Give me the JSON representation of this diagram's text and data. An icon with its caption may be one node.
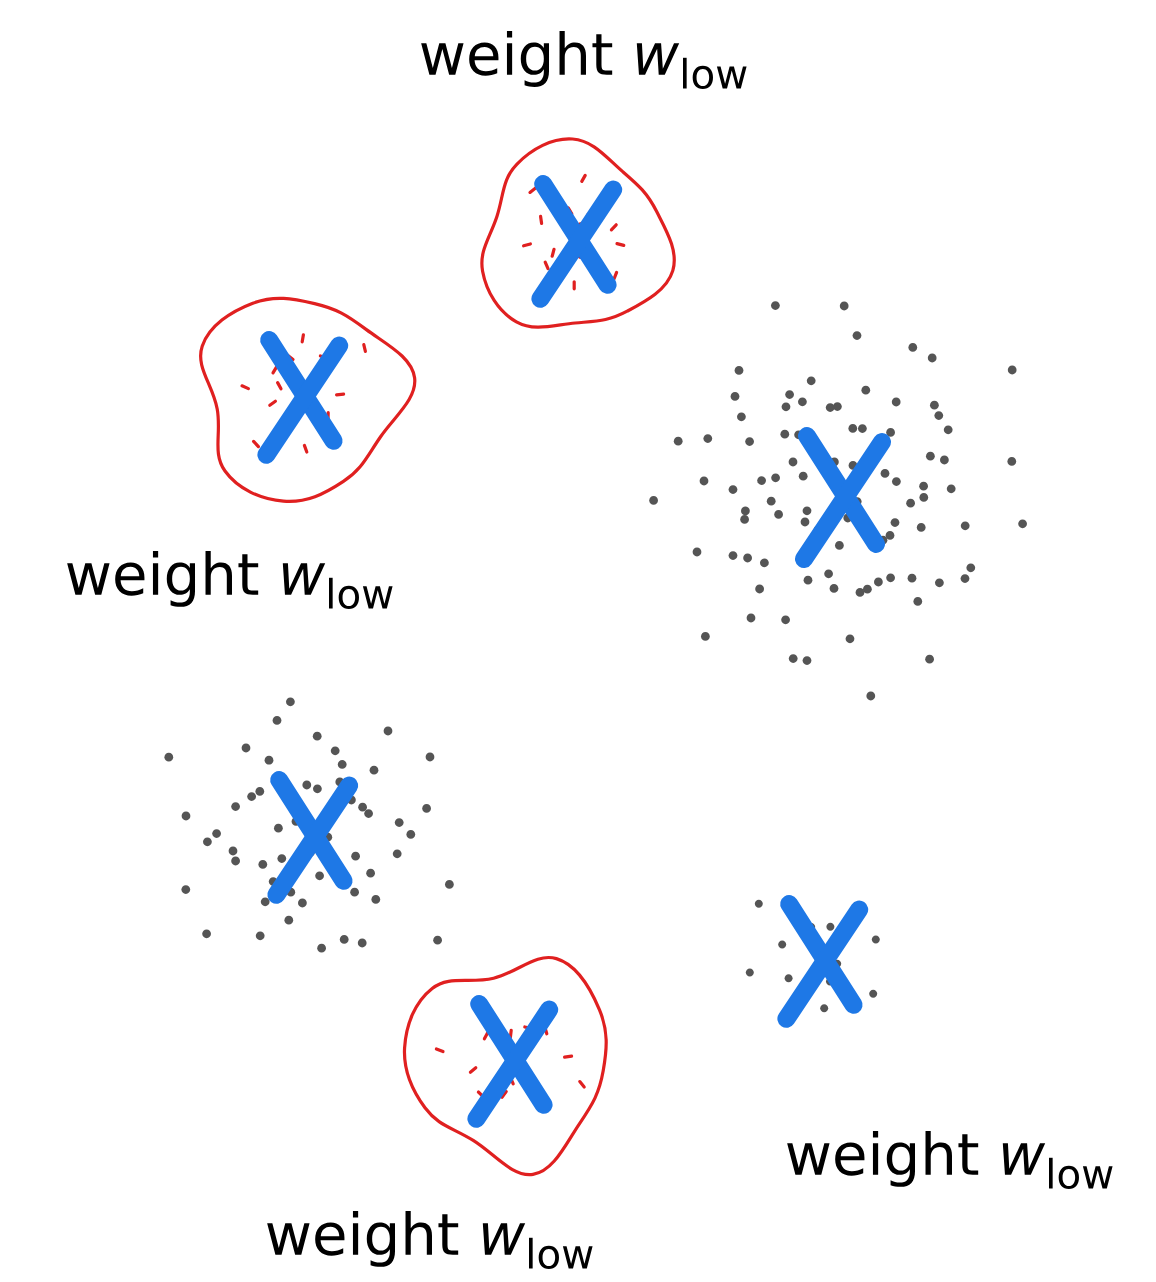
{
  "diagram": {
    "labels": [
      "weight *w*$_{low}$",
      "weight *w*$_{low}$",
      "weight *w*$_{low}$",
      "weight *w*$_{low}$"
    ]
  }
}
